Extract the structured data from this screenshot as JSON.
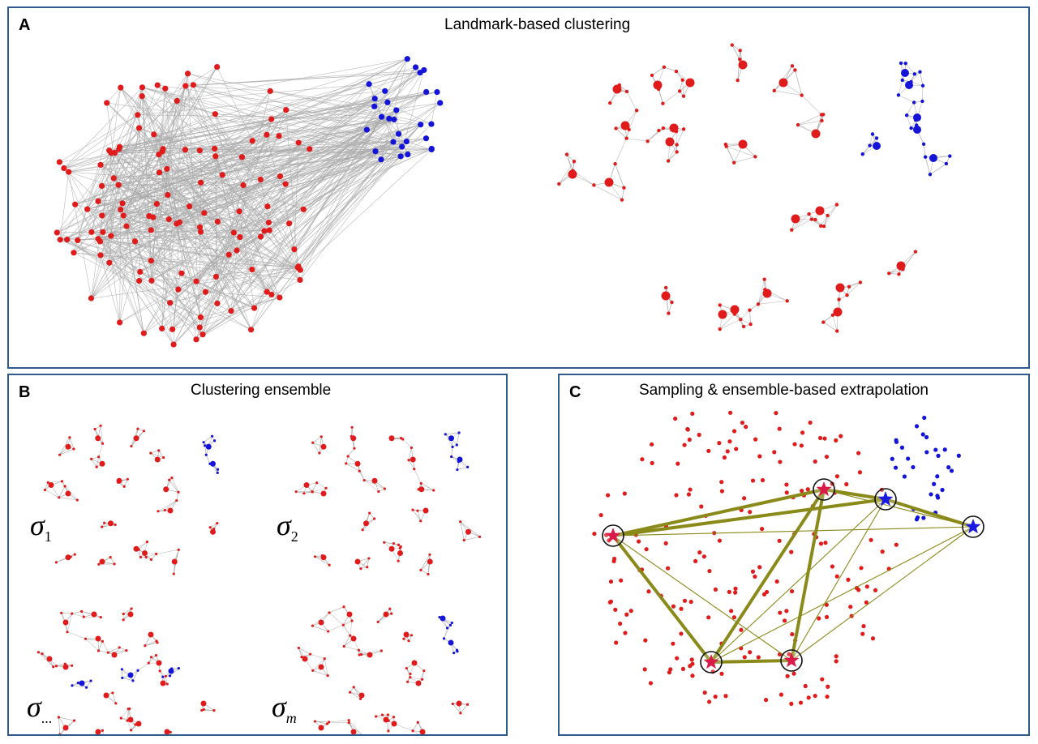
{
  "panels": {
    "a": {
      "letter": "A",
      "title": "Landmark-based clustering"
    },
    "b": {
      "letter": "B",
      "title": "Clustering ensemble",
      "sigmas": [
        {
          "base": "σ",
          "sub": "1"
        },
        {
          "base": "σ",
          "sub": "2"
        },
        {
          "base": "σ",
          "sub": "..."
        },
        {
          "base": "σ",
          "sub": "m"
        }
      ]
    },
    "c": {
      "letter": "C",
      "title": "Sampling & ensemble-based extrapolation"
    }
  },
  "colors": {
    "border": "#2f5a8c",
    "red": "#e01b1b",
    "blue": "#1414d8",
    "edge": "#a9a9a9",
    "olive": "#8a8a1a",
    "star_red": "#d81b48",
    "star_blue": "#1a1ae0"
  }
}
